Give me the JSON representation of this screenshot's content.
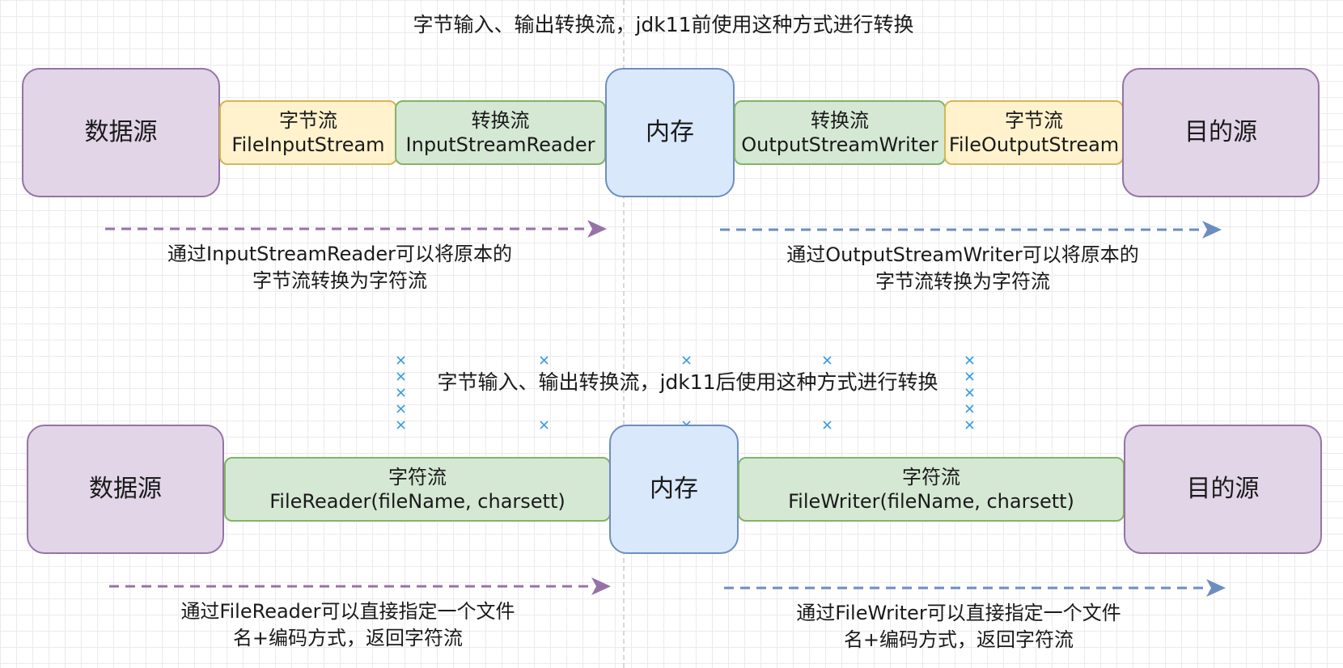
{
  "section1": {
    "title": "字节输入、输出转换流，jdk11前使用这种方式进行转换",
    "source": "数据源",
    "memory": "内存",
    "dest": "目的源",
    "in_byte_stream": {
      "line1": "字节流",
      "line2": "FileInputStream"
    },
    "in_convert_stream": {
      "line1": "转换流",
      "line2": "InputStreamReader"
    },
    "out_convert_stream": {
      "line1": "转换流",
      "line2": "OutputStreamWriter"
    },
    "out_byte_stream": {
      "line1": "字节流",
      "line2": "FileOutputStream"
    },
    "note_left": {
      "line1": "通过InputStreamReader可以将原本的",
      "line2": "字节流转换为字符流"
    },
    "note_right": {
      "line1": "通过OutputStreamWriter可以将原本的",
      "line2": "字节流转换为字符流"
    }
  },
  "section2": {
    "title": "字节输入、输出转换流，jdk11后使用这种方式进行转换",
    "source": "数据源",
    "memory": "内存",
    "dest": "目的源",
    "reader": {
      "line1": "字符流",
      "line2": "FileReader(fileName, charsett)"
    },
    "writer": {
      "line1": "字符流",
      "line2": "FileWriter(fileName, charsett)"
    },
    "note_left": {
      "line1": "通过FileReader可以直接指定一个文件",
      "line2": "名+编码方式，返回字符流"
    },
    "note_right": {
      "line1": "通过FileWriter可以直接指定一个文件",
      "line2": "名+编码方式，返回字符流"
    }
  },
  "colors": {
    "purple_fill": "#e1d5e7",
    "purple_stroke": "#9673a6",
    "blue_fill": "#dae8fc",
    "blue_stroke": "#6c8ebf",
    "yellow_fill": "#fff2cc",
    "yellow_stroke": "#d6b656",
    "green_fill": "#d5e8d4",
    "green_stroke": "#82b366",
    "selection_marker": "#3a9be0"
  }
}
